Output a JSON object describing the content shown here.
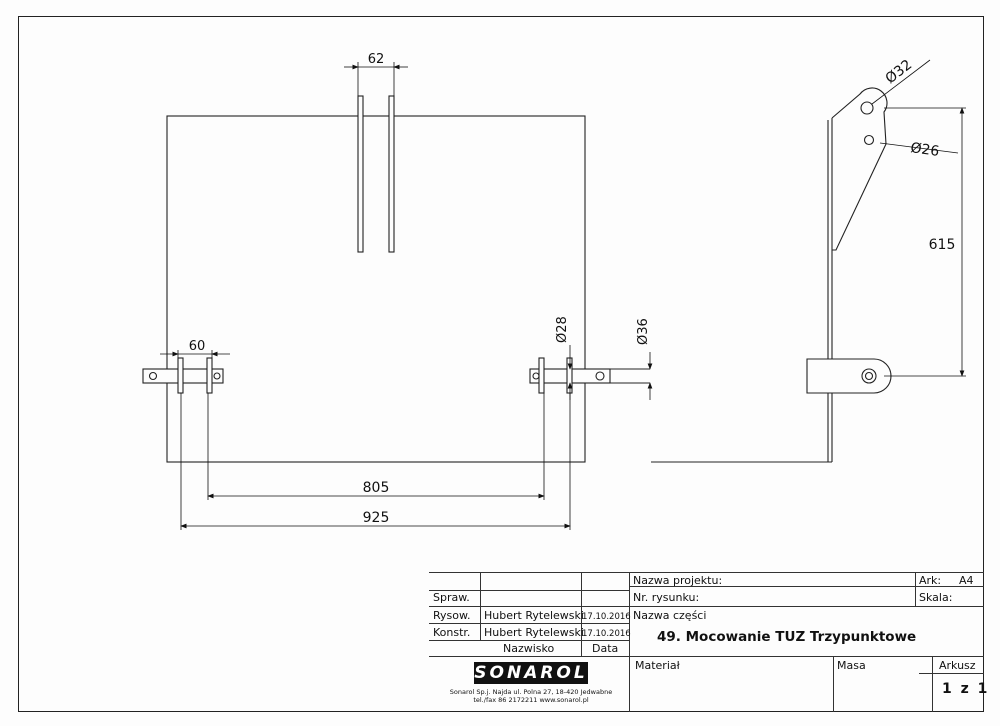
{
  "dimensions": {
    "top_gap": "62",
    "left_gap": "60",
    "hole_dia_28": "Ø28",
    "hole_dia_36": "Ø36",
    "inner_span": "805",
    "outer_span": "925",
    "side_hole_32": "Ø32",
    "side_hole_26": "Ø26",
    "side_height": "615"
  },
  "title_block": {
    "spraw": "Spraw.",
    "rysow": "Rysow.",
    "konstr": "Konstr.",
    "rysow_name": "Hubert Rytelewski",
    "rysow_date": "17.10.2016",
    "konstr_name": "Hubert Rytelewski",
    "konstr_date": "17.10.2016",
    "nazwisko": "Nazwisko",
    "data": "Data",
    "nazwa_projektu": "Nazwa projektu:",
    "nr_rysunku": "Nr. rysunku:",
    "nazwa_czesci": "Nazwa części",
    "part_title": "49. Mocowanie TUZ Trzypunktowe",
    "material": "Materiał",
    "masa": "Masa",
    "ark_label": "Ark:",
    "ark_value": "A4",
    "skala": "Skala:",
    "arkusz": "Arkusz",
    "arkusz_value": "1 z 1",
    "logo": "SONAROL",
    "address_line1": "Sonarol Sp.j. Najda ul. Polna 27, 18-420 Jedwabne",
    "address_line2": "tel./fax 86 2172211 www.sonarol.pl"
  }
}
